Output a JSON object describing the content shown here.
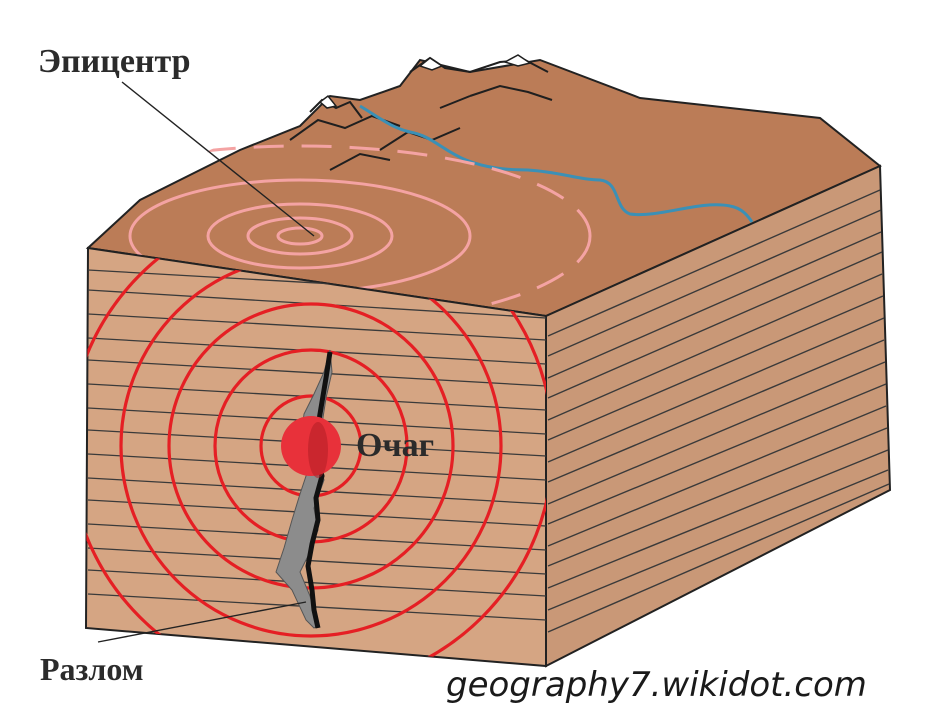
{
  "labels": {
    "epicenter": "Эпицентр",
    "focus": "Очаг",
    "fault": "Разлом"
  },
  "watermark": "geography7.wikidot.com",
  "colors": {
    "front_face": "#d5a583",
    "side_face": "#c99877",
    "top_face": "#bb7c57",
    "mountain_line": "#1f1f1f",
    "snow": "#ffffff",
    "river": "#3b90b6",
    "surface_rings": "#f4a3a3",
    "underground_rings": "#e51f24",
    "focus_fill": "#e8313a",
    "fault_gray": "#8c8c8c",
    "fault_black": "#111111"
  },
  "icons": {
    "focus": "red-sphere",
    "fault": "crack"
  }
}
